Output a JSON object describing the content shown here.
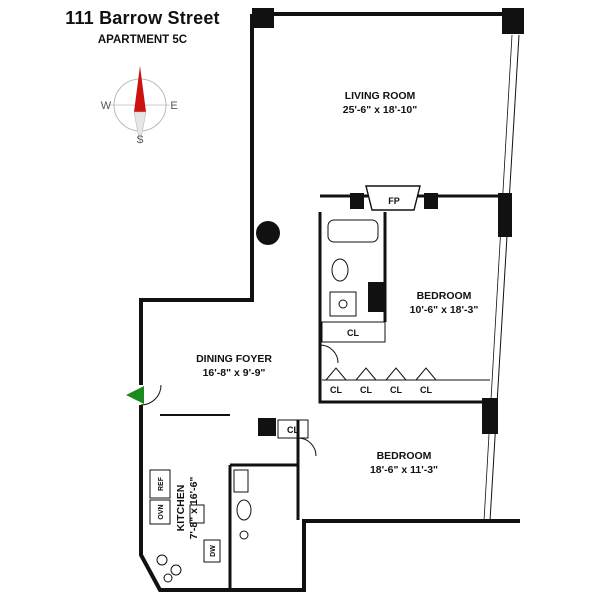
{
  "header": {
    "address": "111 Barrow Street",
    "unit": "APARTMENT 5C"
  },
  "compass": {
    "north": "",
    "south": "S",
    "east": "E",
    "west": "W",
    "needle_color": "#cc1111"
  },
  "rooms": {
    "living": {
      "name": "LIVING ROOM",
      "dims": "25'-6\" x 18'-10\""
    },
    "bedroom1": {
      "name": "BEDROOM",
      "dims": "10'-6\" x 18'-3\""
    },
    "dining": {
      "name": "DINING FOYER",
      "dims": "16'-8\" x 9'-9\""
    },
    "bedroom2": {
      "name": "BEDROOM",
      "dims": "18'-6\" x 11'-3\""
    },
    "kitchen": {
      "name": "KITCHEN",
      "dims": "7'-8\" x 16'-6\""
    }
  },
  "labels": {
    "fireplace": "FP",
    "closet": "CL",
    "oven": "OVN",
    "refrigerator": "REF",
    "dishwasher": "DW"
  },
  "entry_arrow_color": "#1d8a1d",
  "wall_color": "#111111"
}
